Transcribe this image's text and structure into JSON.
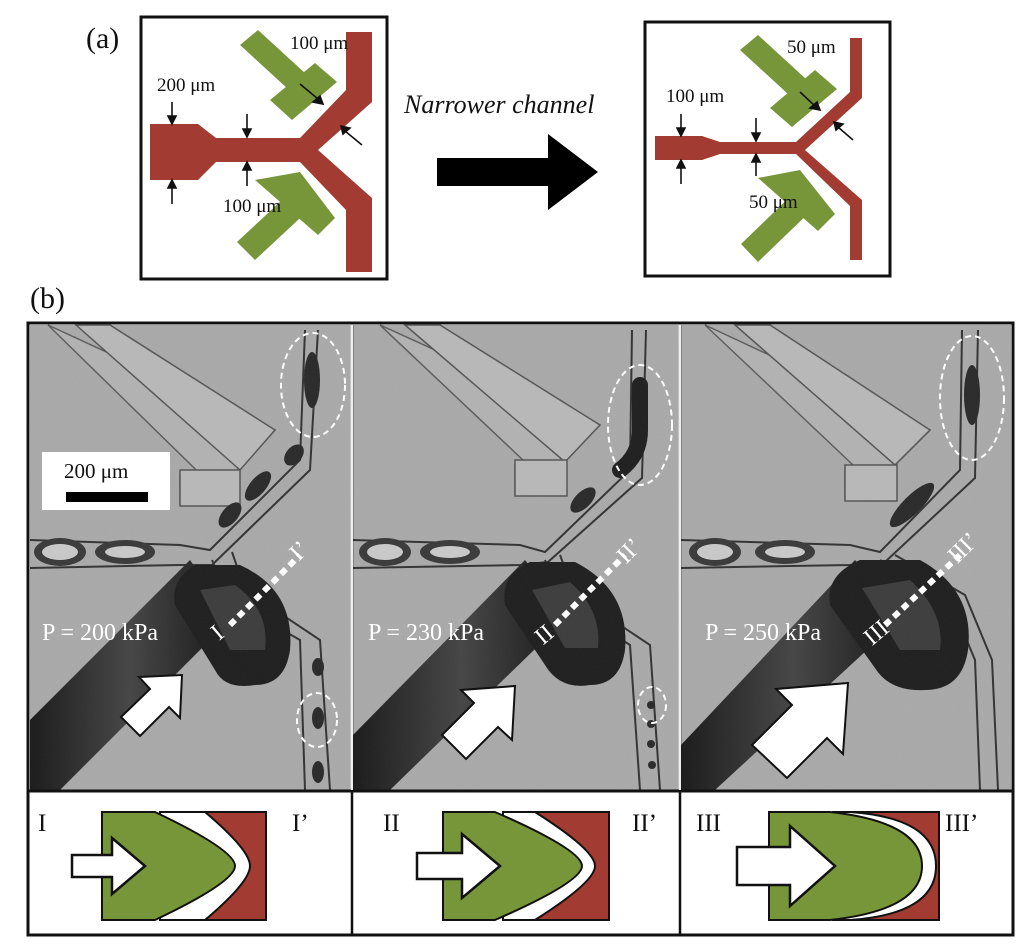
{
  "panel_a": {
    "label": "(a)",
    "left_design": {
      "inlet_width": "200 μm",
      "narrow_width": "100 μm",
      "outlet_width": "100 μm"
    },
    "arrow_caption": "Narrower channel",
    "right_design": {
      "inlet_width": "100 μm",
      "outlet_width_top": "50 μm",
      "outlet_width_bottom": "50 μm"
    },
    "colors": {
      "fluid_channel": "#a23b32",
      "control_channel": "#77963a"
    }
  },
  "panel_b": {
    "label": "(b)",
    "scale_bar": "200 μm",
    "frames": [
      {
        "pressure": "P = 200 kPa",
        "section_start": "I",
        "section_end": "I’"
      },
      {
        "pressure": "P = 230 kPa",
        "section_start": "II",
        "section_end": "II’"
      },
      {
        "pressure": "P = 250 kPa",
        "section_start": "III",
        "section_end": "III’"
      }
    ],
    "schematics": [
      {
        "left": "I",
        "right": "I’"
      },
      {
        "left": "II",
        "right": "II’"
      },
      {
        "left": "III",
        "right": "III’"
      }
    ]
  }
}
